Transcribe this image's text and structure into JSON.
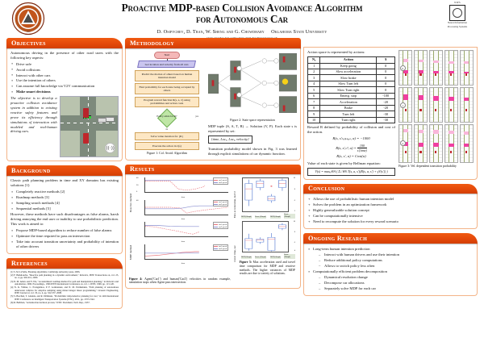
{
  "header": {
    "title_line1": "Proactive MDP-based Collision Avoidance Algorithm",
    "title_line2": "for Autonomous Car",
    "authors": "D. Osipychev, D. Tran, W. Sheng and G. Chowdhary",
    "affiliation": "Oklahoma State University",
    "emails": "{denis.osipychev, duyt, weihua.sheng, girish.chowdhary}@okstate.edu",
    "osu_logo_alt": "Oklahoma State University seal",
    "nips": {
      "label": "NIPS",
      "sub_line1": "Neural Information",
      "sub_line2": "Processing Systems"
    }
  },
  "objectives": {
    "heading": "Objectives",
    "intro": "Autonomous driving in the presence of other road users with the following key aspects:",
    "bullets": [
      "Drive safe",
      "Avoid collisions",
      "Interact with other cars",
      "Use the intention of others",
      "Can assume full knowledge via V2V communication",
      "Make smart decisions"
    ],
    "bold_bullet_index": 5,
    "italic_paragraph": "The objective is to develop a proactive collision avoidance system in addition to existing reactive safety features and prove its efficiency through simulations of interaction with modeled and real-human driving cars."
  },
  "background": {
    "heading": "Background",
    "intro": "Classic path planning problem in time and XY domains has existing solutions [1]:",
    "bullets": [
      "Completely reactive methods [2]",
      "Roadmap methods [3]",
      "Sampling search methods [4]",
      "Sequential methods [5]"
    ],
    "middle": "However, these methods have such disadvantages as false alarms, harsh driving annoying the end user or inability to use probabilistic prediction. This work is aimed to:",
    "aims": [
      "Propose MDP-based algorithm to reduce number of false alarms",
      "Optimize the time required to pass an intersection",
      "Take into account transition uncertainty and probability of intention of other drivers"
    ]
  },
  "references": {
    "heading": "References",
    "items": [
      "[1] S. M. LaValle, Planning algorithms.   Cambridge university press, 2006.",
      "[2] F. Belkhouche, \"Reactive path planning in a dynamic environment,\" Robotics, IEEE Transactions on, vol. 25, no. 4, pp. 902-911, 2009.",
      "[3] N. M. Amato and Y. Wu, \"A randomized roadmap method for path and manipulation planning,\" in Robotics and Automation, 1996. Proceedings., 1996 IEEE International Conference on, vol. 1.   IEEE, 1996, pp. 113-120.",
      "[4] N. K. Yilmaz, C. Evangelinos, P. F. Lermusiaux, and N. M. Patrikalakis, \"Path planning of autonomous underwater vehicles for adaptive sampling using mixed integer linear programming,\" Oceanic Engineering, IEEE Journal of, vol. 33, no. 4, pp. 522-537, 2008.",
      "[5] S. Brechtel, T. Gindele, and R. Dillmann, \"Probabilistic mdp-behavior planning for cars,\" in 14th International IEEE Conference on Intelligent Transportation Systems (ITSC), 2011, pp. 1537-1542.",
      "[6] R. Bellman, \"A markovian decision process,\" DTIC Document, Tech. Rep., 1957."
    ]
  },
  "methodology": {
    "heading": "Methodology",
    "flow": {
      "start": "Start",
      "io": "Get location and velocity from all cars",
      "p1": "Predict the motion of others based on human intention model",
      "p2": "Find probability for each state being occupied by others",
      "p3": "Program reward function R(s, a, s') using probabilities and action costs",
      "decision": "Policy exists for R?",
      "yes": "yes",
      "no": "no",
      "p4": "Solve value iteration for {R}",
      "p5": "Execute the action in π(s)",
      "caption": "Figure 1: Col. Avoid. Algorithm"
    },
    "state_fig_caption": "Figure 2: State space representation",
    "mdp_text_1": "MDP tuple (S, A, T, R) → Solution (V, P). Each state s is represented by set:",
    "state_set": "{time, Locₓ, Locᵧ, velocity}",
    "mdp_text_2": "Transition probability model shown in Fig. 3 was learned through explicit simulations of car dynamic function.",
    "state_labels": [
      "keep",
      "turn",
      "slow down",
      "left",
      "right",
      "brake"
    ]
  },
  "action_space": {
    "intro": "Action space is represented by actions:",
    "columns": [
      "Nₐ",
      "Action",
      "$"
    ],
    "rows": [
      {
        "n": "1",
        "action": "Keep going",
        "cost": "0"
      },
      {
        "n": "2",
        "action": "Slow acceleration",
        "cost": "0"
      },
      {
        "n": "3",
        "action": "Slow brake",
        "cost": "0"
      },
      {
        "n": "4",
        "action": "Slow Turn left",
        "cost": "0"
      },
      {
        "n": "5",
        "action": "Slow Turn right",
        "cost": "0"
      },
      {
        "n": "6",
        "action": "Emerg. stop",
        "cost": "-100"
      },
      {
        "n": "7",
        "action": "Acceleration",
        "cost": "-20"
      },
      {
        "n": "8",
        "action": "Brake",
        "cost": "-20"
      },
      {
        "n": "9",
        "action": "Turn left",
        "cost": "-30"
      },
      {
        "n": "10",
        "action": "Turn right",
        "cost": "-30"
      }
    ],
    "separator_after_row": 5,
    "reward_text": "Reward R defined by probability of collision and cost of the action.",
    "eq1": "R(s, s'ᴄₒₗₗᵢₛᵢₒₙ, a) = −1000",
    "eq2_lhs": "R(s, s'ᵢₙᵈ, a) =",
    "eq2_num": "100",
    "eq2_den": "s'(time)",
    "eq3": "R(s, s', a) = Cost(a)",
    "bellman_intro": "Value of each state is given by Bellman equation:",
    "bellman": "V(s) = maxₐ∈A ( Σₛ'∈S T(s, a, s')(R(s, a, s') + γV(s')) )",
    "trans_caption": "Figure 3: Vel. dependent transition probability"
  },
  "results": {
    "heading": "Results",
    "fig4_caption_bold": "Figure 4:",
    "fig4_caption": "Agent('Car1') and human('Car2') velocities in random example, simulation stops when Agent pass intersection.",
    "fig5_caption_bold": "Figure 5:",
    "fig5_caption": "Max acceleration used and travel time comparison for MDP and reactive methods. The higher variances of MDP results are due to variety of solutions.",
    "row_labels": [
      "Reactive method",
      "MDP method"
    ]
  },
  "conclusion": {
    "heading": "Conclusion",
    "bullets": [
      "Allows the use of probabilistic human intention model",
      "Solves the problem in an optimization framework",
      "Highly generalizable solution concept",
      "Can be computationally intensive",
      "Need to recompute the solution for every reward scenario"
    ]
  },
  "ongoing": {
    "heading": "Ongoing Research",
    "groups": [
      {
        "title": "Long-term human intention prediction",
        "subs": [
          "Interact with human drivers and use their intention",
          "Reduce additional policy computations",
          "Allows to switch policy less often"
        ]
      },
      {
        "title": "Computationally efficient problem decomposition",
        "subs": [
          "Dynamical resolution change",
          "Decompose car allocations",
          "Separately solve MDP for each car"
        ]
      }
    ]
  },
  "chart_data": [
    {
      "type": "line",
      "title": "Figure 4 - velocity vs time (Reactive method, run 1)",
      "xlabel": "time",
      "ylabel": "velocity",
      "xlim": [
        0,
        10
      ],
      "ylim": [
        0,
        40
      ],
      "xticks": [
        "0",
        "1",
        "2",
        "3",
        "4",
        "5",
        "6",
        "7",
        "8",
        "9",
        "10"
      ],
      "yticks": [
        "0",
        "10",
        "20",
        "30",
        "40"
      ],
      "legend": [
        "car1 speed",
        "car2 speed"
      ],
      "legend_position": "top-right",
      "series": [
        {
          "name": "car1 speed",
          "color": "#e77",
          "x": [
            0,
            1,
            2,
            3,
            4,
            5,
            6,
            7
          ],
          "values": [
            28,
            28,
            28,
            8,
            5,
            8,
            14,
            18
          ]
        },
        {
          "name": "car2 speed",
          "color": "#88a",
          "x": [
            0,
            1,
            2,
            3,
            4,
            5,
            6,
            7,
            8,
            9,
            10
          ],
          "values": [
            30,
            30,
            30,
            30,
            30,
            30,
            30,
            30,
            30,
            30,
            30
          ]
        }
      ]
    },
    {
      "type": "line",
      "title": "Figure 4 - velocity vs time (Reactive method, run 2)",
      "xlabel": "time",
      "ylabel": "velocity",
      "xlim": [
        0,
        10
      ],
      "ylim": [
        0,
        40
      ],
      "legend": [
        "car1 speed",
        "car2 speed"
      ],
      "series": [
        {
          "name": "car1 speed",
          "color": "#e77",
          "x": [
            0,
            1,
            2,
            3,
            4,
            5,
            6,
            7,
            8,
            9,
            10
          ],
          "values": [
            20,
            20,
            20,
            20,
            18,
            4,
            8,
            12,
            15,
            18,
            20
          ]
        },
        {
          "name": "car2 speed",
          "color": "#88a",
          "x": [
            0,
            1,
            2,
            3,
            4,
            5,
            6,
            7,
            8,
            9,
            10
          ],
          "values": [
            16,
            16,
            16,
            16,
            18,
            22,
            24,
            24,
            24,
            24,
            24
          ]
        }
      ]
    },
    {
      "type": "line",
      "title": "Figure 4 - velocity vs time (MDP method, run 1)",
      "xlabel": "time",
      "ylabel": "velocity",
      "xlim": [
        0,
        10
      ],
      "ylim": [
        0,
        40
      ],
      "legend": [
        "car1 speed",
        "car2 speed"
      ],
      "series": [
        {
          "name": "car1 speed",
          "color": "#e77",
          "x": [
            0,
            1,
            2,
            3,
            4,
            5,
            6
          ],
          "values": [
            28,
            26,
            20,
            14,
            8,
            6,
            12
          ]
        },
        {
          "name": "car2 speed",
          "color": "#88a",
          "x": [
            0,
            1,
            2,
            3,
            4,
            5,
            6
          ],
          "values": [
            30,
            30,
            28,
            27,
            27,
            27,
            27
          ]
        }
      ]
    },
    {
      "type": "line",
      "title": "Figure 4 - velocity vs time (MDP method, run 2)",
      "xlabel": "time",
      "ylabel": "velocity",
      "xlim": [
        0,
        10
      ],
      "ylim": [
        0,
        40
      ],
      "legend": [
        "car1 speed",
        "car2 speed"
      ],
      "series": [
        {
          "name": "car1 speed",
          "color": "#e77",
          "x": [
            0,
            1,
            2,
            3,
            4,
            5,
            6
          ],
          "values": [
            8,
            10,
            13,
            16,
            18,
            18,
            18
          ]
        },
        {
          "name": "car2 speed",
          "color": "#88a",
          "x": [
            0,
            1,
            2,
            3,
            4,
            5,
            6
          ],
          "values": [
            16,
            16,
            16,
            16,
            16,
            16,
            16
          ]
        }
      ]
    },
    {
      "type": "box",
      "title": "Figure 5 - Max acceleration used",
      "ylabel": "Max acceleration, m/s^2",
      "ylim": [
        3,
        10
      ],
      "yticks": [
        "3",
        "4",
        "5",
        "6",
        "7",
        "8",
        "9",
        "10"
      ],
      "categories": [
        "MDP(30mph)",
        "React.(30mph)",
        "MDP(50mph)",
        "React.(50mph)"
      ],
      "boxes": [
        {
          "category": "MDP(30mph)",
          "min": 4.1,
          "q1": 5.2,
          "median": 7.4,
          "q3": 8.7,
          "max": 9.3
        },
        {
          "category": "React.(30mph)",
          "min": 8.0,
          "q1": 8.5,
          "median": 8.9,
          "q3": 9.2,
          "max": 9.6
        },
        {
          "category": "MDP(50mph)",
          "min": 5.1,
          "q1": 5.1,
          "median": 5.1,
          "q3": 5.1,
          "max": 5.1
        },
        {
          "category": "React.(50mph)",
          "min": 8.0,
          "q1": 8.7,
          "median": 9.0,
          "q3": 9.3,
          "max": 9.7
        }
      ]
    },
    {
      "type": "box",
      "title": "Figure 5 - Travel time",
      "ylabel": "travel time, sec",
      "ylim": [
        4,
        10
      ],
      "yticks": [
        "4",
        "5",
        "6",
        "7",
        "8",
        "9",
        "10"
      ],
      "categories": [
        "MDP(30mph)",
        "React.(30mph)",
        "MDP(50mph)",
        "React.(50mph)"
      ],
      "boxes": [
        {
          "category": "MDP(30mph)",
          "min": 4.2,
          "q1": 4.4,
          "median": 5.6,
          "q3": 5.8,
          "max": 6.8
        },
        {
          "category": "React.(30mph)",
          "min": 5.6,
          "q1": 5.8,
          "median": 6.0,
          "q3": 6.1,
          "max": 6.3
        },
        {
          "category": "MDP(50mph)",
          "min": 4.2,
          "q1": 4.3,
          "median": 6.4,
          "q3": 6.5,
          "max": 6.8
        },
        {
          "category": "React.(50mph)",
          "min": 8.6,
          "q1": 8.8,
          "median": 9.0,
          "q3": 9.2,
          "max": 9.4
        }
      ]
    }
  ],
  "colors": {
    "accent": "#e4490a",
    "accent_light": "#f3b488",
    "series_car1": "#e9737b",
    "series_car2": "#8a8fd0",
    "box_edge": "#5b7fd4"
  }
}
